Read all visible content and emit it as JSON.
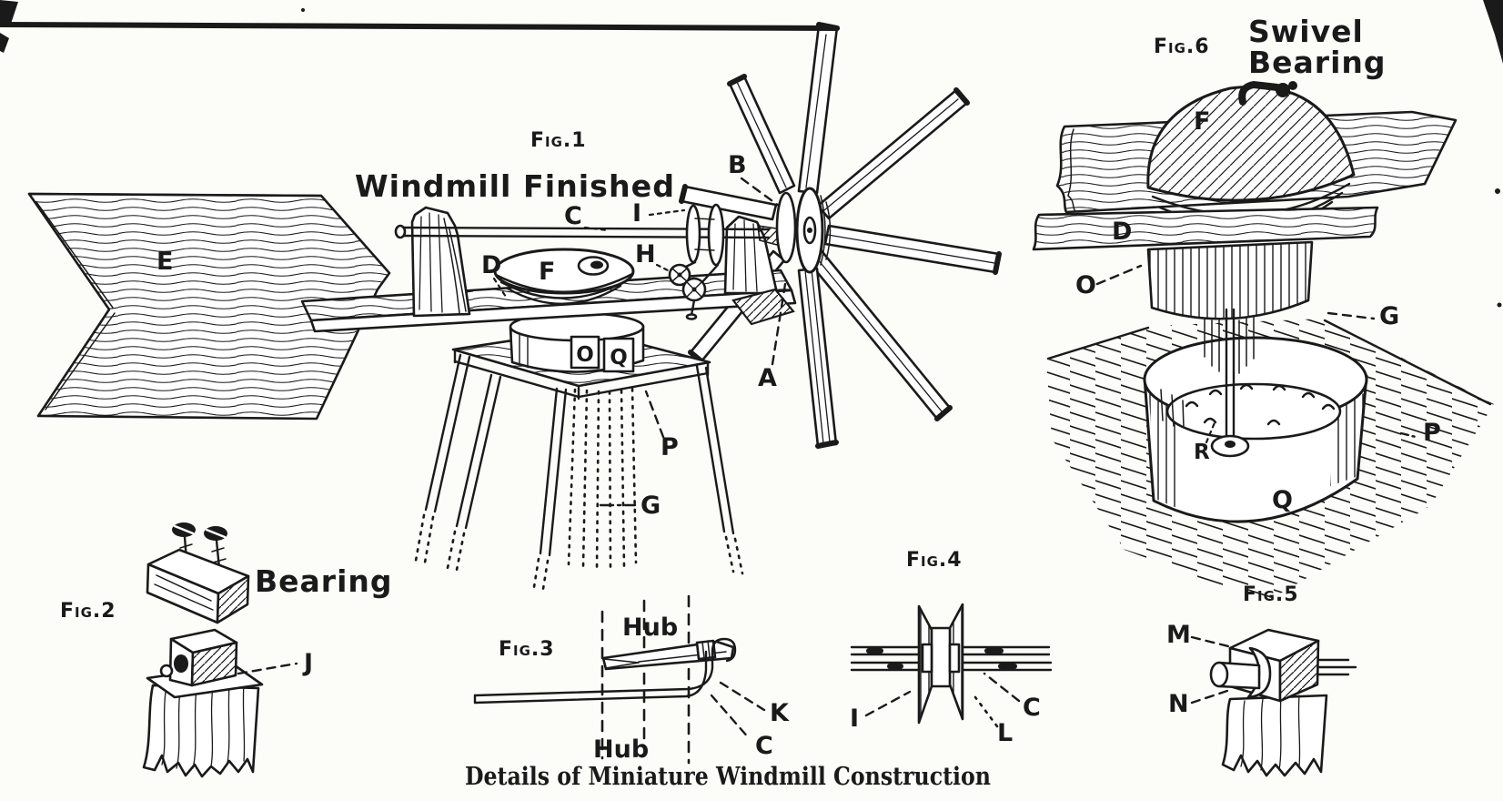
{
  "page": {
    "caption": "Details of Miniature Windmill Construction",
    "ink_color": "#1a1a1a",
    "paper_color": "#fcfcf9"
  },
  "fig1": {
    "label": "Fig.1",
    "title": "Windmill Finished",
    "parts": {
      "A": "A",
      "B": "B",
      "C": "C",
      "D": "D",
      "E": "E",
      "F": "F",
      "G": "G",
      "H": "H",
      "I": "I",
      "O": "O",
      "P": "P",
      "Q": "Q"
    }
  },
  "fig2": {
    "label": "Fig.2",
    "title": "Bearing",
    "parts": {
      "J": "J"
    }
  },
  "fig3": {
    "label": "Fig.3",
    "hub_top": "Hub",
    "hub_bottom": "Hub",
    "parts": {
      "K": "K",
      "C": "C"
    }
  },
  "fig4": {
    "label": "Fig.4",
    "parts": {
      "I": "I",
      "C": "C",
      "L": "L"
    }
  },
  "fig5": {
    "label": "Fig.5",
    "parts": {
      "M": "M",
      "N": "N"
    }
  },
  "fig6": {
    "label": "Fig.6",
    "title_line1": "Swivel",
    "title_line2": "Bearing",
    "parts": {
      "F": "F",
      "D": "D",
      "O": "O",
      "G": "G",
      "R": "R",
      "P": "P",
      "Q": "Q"
    }
  }
}
